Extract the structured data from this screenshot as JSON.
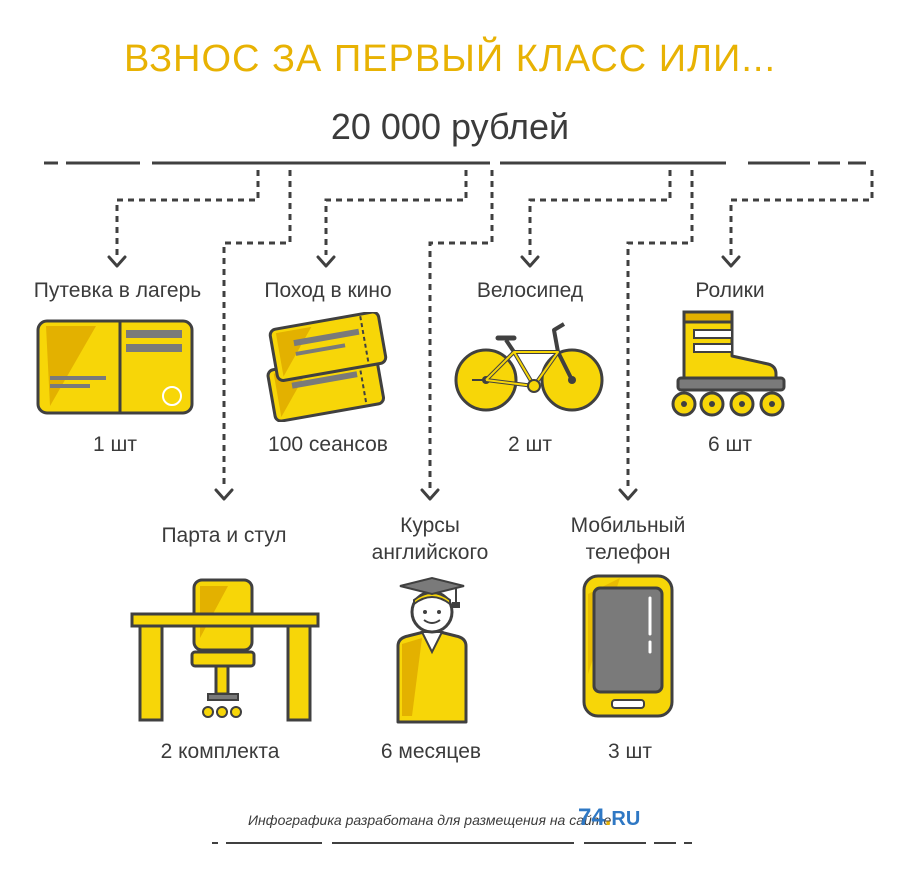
{
  "header": {
    "title": "ВЗНОС ЗА ПЕРВЫЙ КЛАСС ИЛИ...",
    "amount": "20 000 рублей"
  },
  "items": [
    {
      "label": "Путевка в лагерь",
      "quantity": "1 шт",
      "icon": "camp-voucher-icon"
    },
    {
      "label": "Поход в кино",
      "quantity": "100 сеансов",
      "icon": "cinema-tickets-icon"
    },
    {
      "label": "Велосипед",
      "quantity": "2 шт",
      "icon": "bicycle-icon"
    },
    {
      "label": "Ролики",
      "quantity": "6 шт",
      "icon": "roller-skate-icon"
    },
    {
      "label": "Парта и стул",
      "quantity": "2 комплекта",
      "icon": "desk-chair-icon"
    },
    {
      "label_line1": "Курсы",
      "label_line2": "английского",
      "quantity": "6 месяцев",
      "icon": "graduate-icon"
    },
    {
      "label_line1": "Мобильный",
      "label_line2": "телефон",
      "quantity": "3 шт",
      "icon": "mobile-phone-icon"
    }
  ],
  "footer": {
    "credit": "Инфографика разработана для размещения на сайте",
    "logo_number": "74",
    "logo_dot": ".",
    "logo_domain": "RU"
  },
  "colors": {
    "accent": "#e8b203",
    "icon_yellow": "#f7d608",
    "icon_dark_yellow": "#e3b100",
    "outline": "#404040",
    "text": "#3b3b3b",
    "logo_blue": "#2f78c4"
  }
}
